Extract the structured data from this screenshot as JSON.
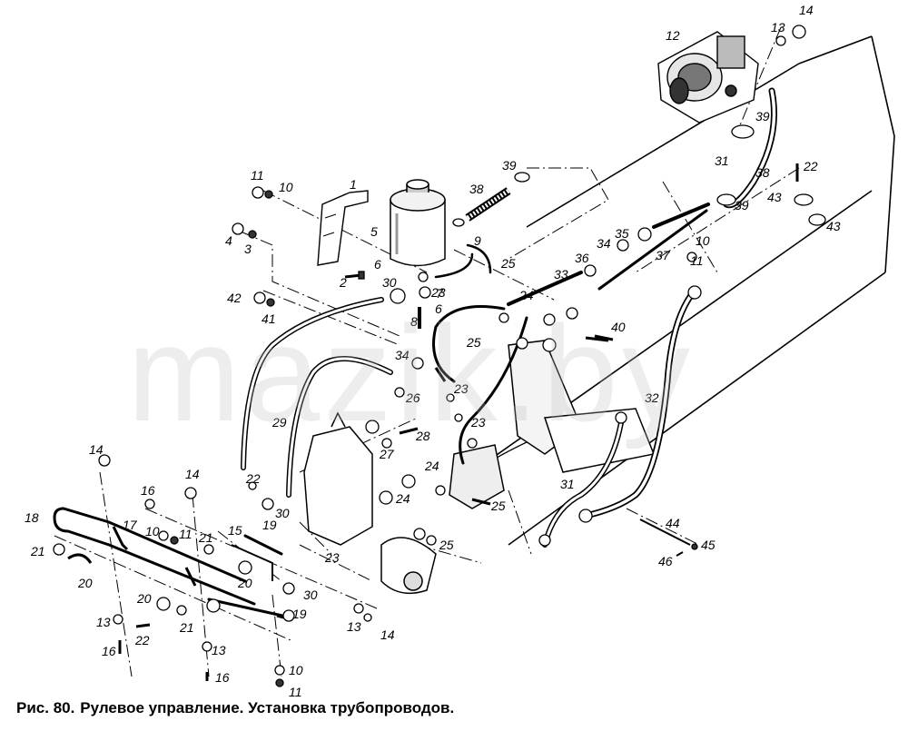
{
  "figure": {
    "caption_number": "Рис. 80.",
    "caption_title": "Рулевое управление. Установка трубопроводов.",
    "watermark": "mazik.by"
  },
  "callouts": [
    {
      "id": "c1",
      "text": "1"
    },
    {
      "id": "c2",
      "text": "2"
    },
    {
      "id": "c3",
      "text": "3"
    },
    {
      "id": "c4",
      "text": "4"
    },
    {
      "id": "c5",
      "text": "5"
    },
    {
      "id": "c6a",
      "text": "6"
    },
    {
      "id": "c6b",
      "text": "6"
    },
    {
      "id": "c7",
      "text": "7"
    },
    {
      "id": "c8",
      "text": "8"
    },
    {
      "id": "c9",
      "text": "9"
    },
    {
      "id": "c10a",
      "text": "10"
    },
    {
      "id": "c10b",
      "text": "10"
    },
    {
      "id": "c10c",
      "text": "10"
    },
    {
      "id": "c10d",
      "text": "10"
    },
    {
      "id": "c11a",
      "text": "11"
    },
    {
      "id": "c11b",
      "text": "11"
    },
    {
      "id": "c11c",
      "text": "11"
    },
    {
      "id": "c11d",
      "text": "11"
    },
    {
      "id": "c12",
      "text": "12"
    },
    {
      "id": "c13a",
      "text": "13"
    },
    {
      "id": "c13b",
      "text": "13"
    },
    {
      "id": "c13c",
      "text": "13"
    },
    {
      "id": "c13d",
      "text": "13"
    },
    {
      "id": "c14a",
      "text": "14"
    },
    {
      "id": "c14b",
      "text": "14"
    },
    {
      "id": "c14c",
      "text": "14"
    },
    {
      "id": "c14d",
      "text": "14"
    },
    {
      "id": "c15",
      "text": "15"
    },
    {
      "id": "c16a",
      "text": "16"
    },
    {
      "id": "c16b",
      "text": "16"
    },
    {
      "id": "c16c",
      "text": "16"
    },
    {
      "id": "c17",
      "text": "17"
    },
    {
      "id": "c18",
      "text": "18"
    },
    {
      "id": "c19a",
      "text": "19"
    },
    {
      "id": "c19b",
      "text": "19"
    },
    {
      "id": "c20a",
      "text": "20"
    },
    {
      "id": "c20b",
      "text": "20"
    },
    {
      "id": "c20c",
      "text": "20"
    },
    {
      "id": "c21a",
      "text": "21"
    },
    {
      "id": "c21b",
      "text": "21"
    },
    {
      "id": "c21c",
      "text": "21"
    },
    {
      "id": "c22a",
      "text": "22"
    },
    {
      "id": "c22b",
      "text": "22"
    },
    {
      "id": "c22c",
      "text": "22"
    },
    {
      "id": "c23a",
      "text": "23"
    },
    {
      "id": "c23b",
      "text": "23"
    },
    {
      "id": "c23c",
      "text": "23"
    },
    {
      "id": "c23d",
      "text": "23"
    },
    {
      "id": "c24a",
      "text": "24"
    },
    {
      "id": "c24b",
      "text": "24"
    },
    {
      "id": "c24c",
      "text": "24"
    },
    {
      "id": "c25a",
      "text": "25"
    },
    {
      "id": "c25b",
      "text": "25"
    },
    {
      "id": "c25c",
      "text": "25"
    },
    {
      "id": "c25d",
      "text": "25"
    },
    {
      "id": "c26",
      "text": "26"
    },
    {
      "id": "c27",
      "text": "27"
    },
    {
      "id": "c28",
      "text": "28"
    },
    {
      "id": "c29",
      "text": "29"
    },
    {
      "id": "c30a",
      "text": "30"
    },
    {
      "id": "c30b",
      "text": "30"
    },
    {
      "id": "c30c",
      "text": "30"
    },
    {
      "id": "c31a",
      "text": "31"
    },
    {
      "id": "c31b",
      "text": "31"
    },
    {
      "id": "c32",
      "text": "32"
    },
    {
      "id": "c33",
      "text": "33"
    },
    {
      "id": "c34a",
      "text": "34"
    },
    {
      "id": "c34b",
      "text": "34"
    },
    {
      "id": "c35",
      "text": "35"
    },
    {
      "id": "c36",
      "text": "36"
    },
    {
      "id": "c37",
      "text": "37"
    },
    {
      "id": "c38a",
      "text": "38"
    },
    {
      "id": "c38b",
      "text": "38"
    },
    {
      "id": "c39a",
      "text": "39"
    },
    {
      "id": "c39b",
      "text": "39"
    },
    {
      "id": "c39c",
      "text": "39"
    },
    {
      "id": "c40",
      "text": "40"
    },
    {
      "id": "c41",
      "text": "41"
    },
    {
      "id": "c42",
      "text": "42"
    },
    {
      "id": "c43a",
      "text": "43"
    },
    {
      "id": "c43b",
      "text": "43"
    },
    {
      "id": "c44",
      "text": "44"
    },
    {
      "id": "c45",
      "text": "45"
    },
    {
      "id": "c46",
      "text": "46"
    }
  ]
}
